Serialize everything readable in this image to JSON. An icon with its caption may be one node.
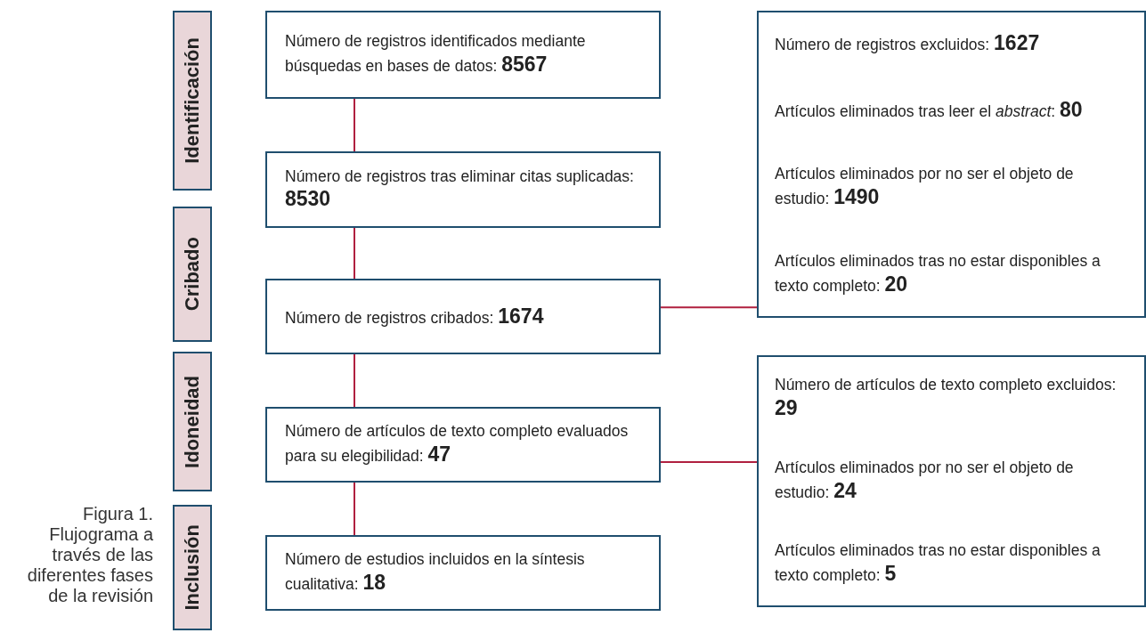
{
  "diagram": {
    "caption": "Figura 1. Flujograma a través de las diferentes fases de la revisión",
    "nodes": [
      {
        "text": [
          "Identificación"
        ]
      },
      {
        "text": [
          "Cribado"
        ]
      },
      {
        "text": [
          "Idoneidad"
        ]
      },
      {
        "text": [
          "Inclusión"
        ]
      },
      {
        "text": [
          "Número de registros identificados mediante búsquedas en bases de datos: **8567**"
        ]
      },
      {
        "text": [
          "Número de registros tras eliminar citas suplicadas: **8530**"
        ]
      },
      {
        "text": [
          "Número de registros cribados: **1674**"
        ]
      },
      {
        "text": [
          "Número de artículos de texto completo evaluados para su elegibilidad: **47**"
        ]
      },
      {
        "text": [
          "Número de estudios incluidos en la síntesis cualitativa: **18**"
        ]
      },
      {
        "text": [
          "Número de registros excluidos: **1627**",
          "Artículos eliminados tras leer el *abstract*: **80**",
          "Artículos eliminados por no ser el objeto de estudio: **1490**",
          "Artículos eliminados tras no estar disponibles a texto completo: **20**"
        ]
      },
      {
        "text": [
          "Número de artículos de texto completo excluidos: **29**",
          "Artículos eliminados por no ser el objeto de estudio: **24**",
          "Artículos eliminados tras no estar disponibles a texto completo: **5**"
        ]
      }
    ],
    "edges": [
      {
        "from": 4,
        "to": 5,
        "arrow": "none"
      },
      {
        "from": 5,
        "to": 6,
        "arrow": "none"
      },
      {
        "from": 6,
        "to": 7,
        "arrow": "none"
      },
      {
        "from": 7,
        "to": 8,
        "arrow": "none"
      },
      {
        "from": 6,
        "to": 9,
        "arrow": "none"
      },
      {
        "from": 7,
        "to": 10,
        "arrow": "none"
      }
    ]
  }
}
